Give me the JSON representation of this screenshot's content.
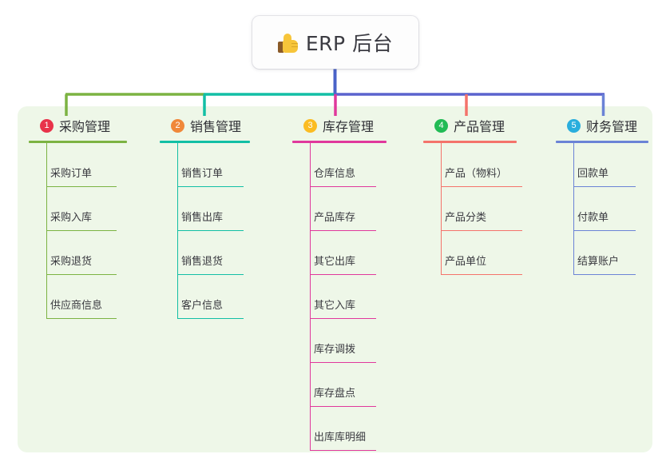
{
  "root": {
    "icon": "thumbs-up-icon",
    "title": "ERP 后台"
  },
  "palette": {
    "panel_bg": "#eef7e8",
    "page_bg": "#ffffff",
    "root_stem": "#4a63c8",
    "bar_green": "#7cb342",
    "bar_teal": "#12bfa5",
    "bar_purple": "#5a63cd"
  },
  "columns": [
    {
      "number": "1",
      "title": "采购管理",
      "badge_color": "#e8334a",
      "rule_color": "#7cb342",
      "stem_color": "#7cb342",
      "head_rule_width": 123,
      "leaf_rule_width": 88,
      "items": [
        {
          "label": "采购订单"
        },
        {
          "label": "采购入库"
        },
        {
          "label": "采购退货"
        },
        {
          "label": "供应商信息"
        }
      ]
    },
    {
      "number": "2",
      "title": "销售管理",
      "badge_color": "#f0883a",
      "rule_color": "#12bfa5",
      "stem_color": "#12bfa5",
      "head_rule_width": 113,
      "leaf_rule_width": 83,
      "items": [
        {
          "label": "销售订单"
        },
        {
          "label": "销售出库"
        },
        {
          "label": "销售退货"
        },
        {
          "label": "客户信息"
        }
      ]
    },
    {
      "number": "3",
      "title": "库存管理",
      "badge_color": "#fbbc22",
      "rule_color": "#e0389c",
      "stem_color": "#e0389c",
      "head_rule_width": 118,
      "leaf_rule_width": 83,
      "items": [
        {
          "label": "仓库信息"
        },
        {
          "label": "产品库存"
        },
        {
          "label": "其它出库"
        },
        {
          "label": "其它入库"
        },
        {
          "label": "库存调拨"
        },
        {
          "label": "库存盘点"
        },
        {
          "label": "出库库明细"
        }
      ]
    },
    {
      "number": "4",
      "title": "产品管理",
      "badge_color": "#22bb55",
      "rule_color": "#f4736b",
      "stem_color": "#f4736b",
      "head_rule_width": 117,
      "leaf_rule_width": 102,
      "items": [
        {
          "label": "产品（物料）"
        },
        {
          "label": "产品分类"
        },
        {
          "label": "产品单位"
        }
      ]
    },
    {
      "number": "5",
      "title": "财务管理",
      "badge_color": "#2aaedd",
      "rule_color": "#6b83d6",
      "stem_color": "#6b83d6",
      "head_rule_width": 116,
      "leaf_rule_width": 78,
      "items": [
        {
          "label": "回款单"
        },
        {
          "label": "付款单"
        },
        {
          "label": "结算账户"
        }
      ]
    }
  ],
  "layout": {
    "column_x": [
      36,
      200,
      366,
      530,
      696
    ]
  }
}
